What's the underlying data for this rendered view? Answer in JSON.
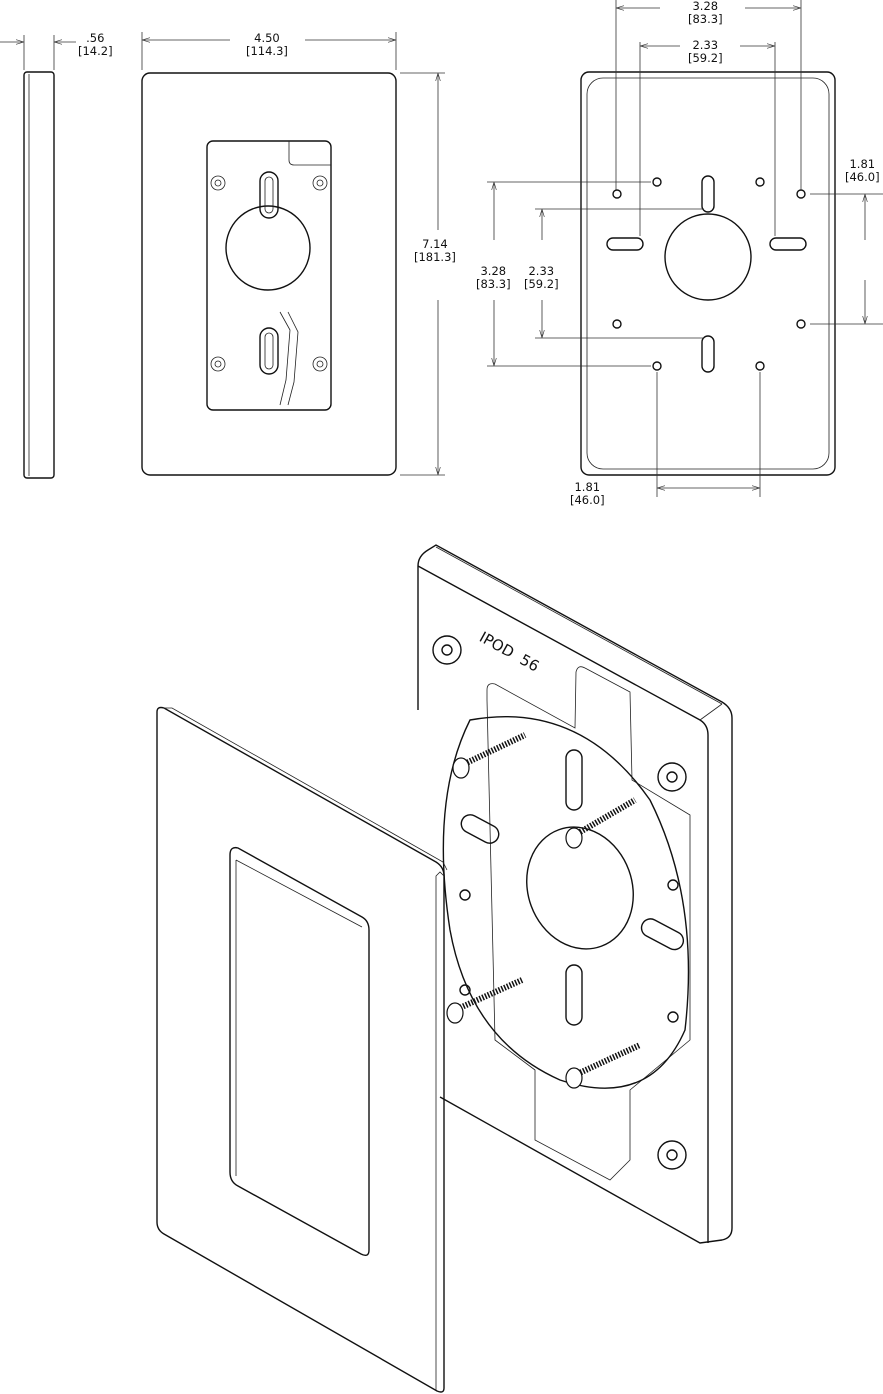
{
  "dimensions": {
    "thickness": {
      "in": ".56",
      "mm": "[14.2]"
    },
    "width": {
      "in": "4.50",
      "mm": "[114.3]"
    },
    "height": {
      "in": "7.14",
      "mm": "[181.3]"
    },
    "top_outer": {
      "in": "3.28",
      "mm": "[83.3]"
    },
    "top_inner": {
      "in": "2.33",
      "mm": "[59.2]"
    },
    "right_vertical": {
      "in": "1.81",
      "mm": "[46.0]"
    },
    "left_outer_vertical": {
      "in": "3.28",
      "mm": "[83.3]"
    },
    "left_inner_vertical": {
      "in": "2.33",
      "mm": "[59.2]"
    },
    "bottom_horizontal": {
      "in": "1.81",
      "mm": "[46.0]"
    }
  },
  "engraving": "IPOD  56"
}
